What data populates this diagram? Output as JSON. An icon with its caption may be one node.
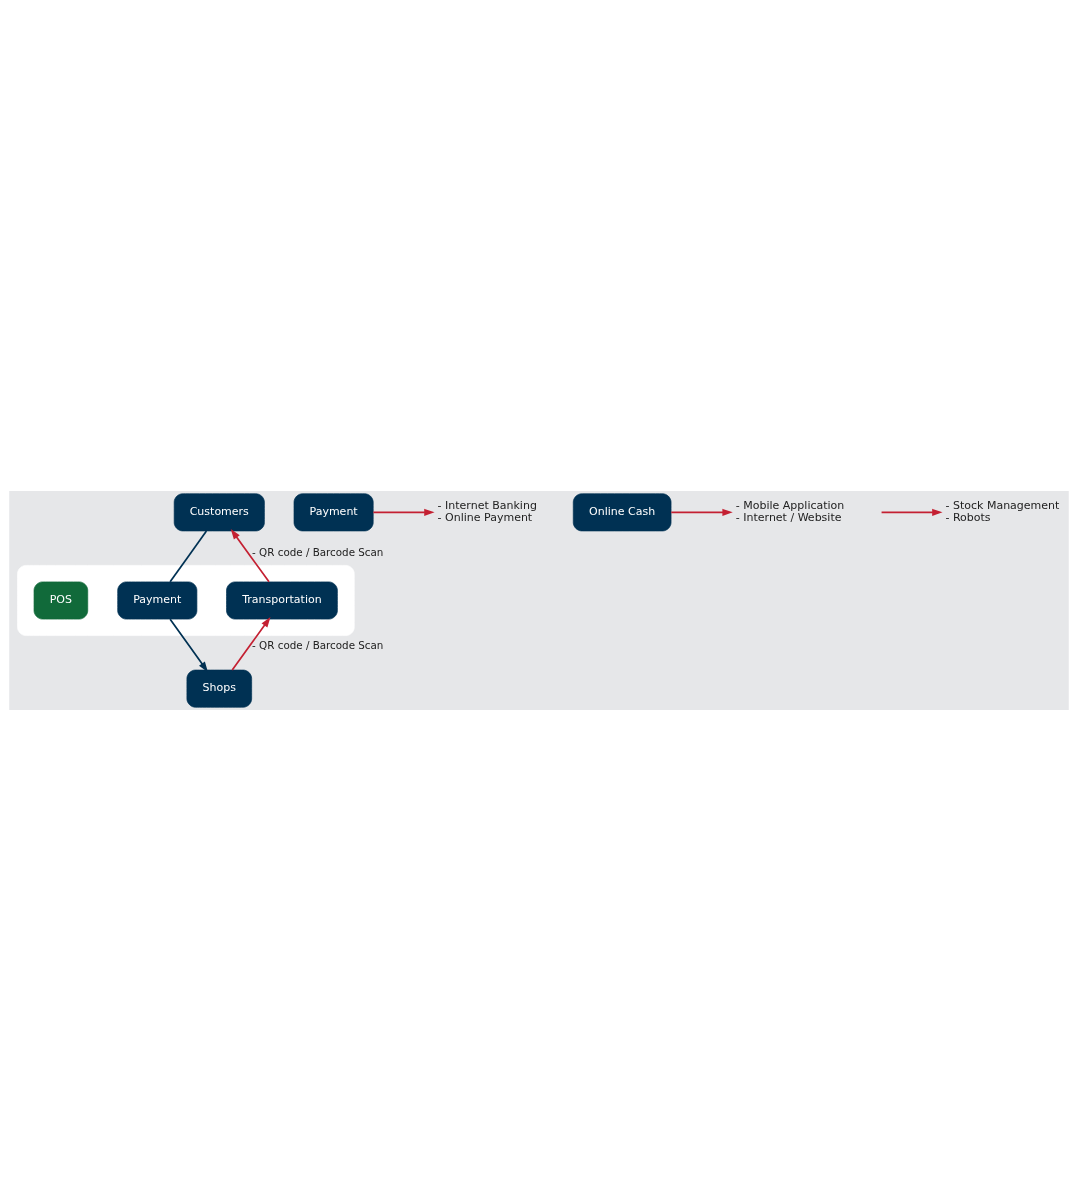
{
  "diagram": {
    "nodes": [
      {
        "text": [
          "Customers"
        ]
      },
      {
        "text": [],
        "shape": "box"
      },
      {
        "text": [
          "Transportation"
        ],
        "in": 1
      },
      {
        "text": [
          "Payment"
        ],
        "in": 1
      },
      {
        "text": [
          "POS"
        ],
        "in": 1
      },
      {
        "text": [
          "Payment"
        ]
      },
      {
        "text": [
          "- Internet Banking",
          "- Online Payment"
        ]
      },
      {
        "text": [
          "Online Cash"
        ]
      },
      {
        "text": [
          "- Mobile Application",
          "- Internet / Website"
        ]
      },
      {
        "text": [
          "Shops"
        ]
      },
      {
        "text": [
          "- Stock Management",
          "- Robots"
        ]
      }
    ],
    "edges": [
      {
        "from": 0,
        "to": 3,
        "arrow": "none",
        "color": "#003153"
      },
      {
        "from": 2,
        "to": 0,
        "arrow": "to",
        "label": "- QR code / Barcode Scan"
      },
      {
        "from": 5,
        "to": 6,
        "arrow": "to"
      },
      {
        "from": 7,
        "to": 8,
        "arrow": "to"
      },
      {
        "from": 3,
        "to": 9,
        "arrow": "to",
        "color": "#003153"
      },
      {
        "from": 9,
        "to": 2,
        "arrow": "to",
        "label": "- QR code / Barcode Scan"
      },
      {
        "from": null,
        "to": 10,
        "arrow": "to"
      }
    ]
  }
}
